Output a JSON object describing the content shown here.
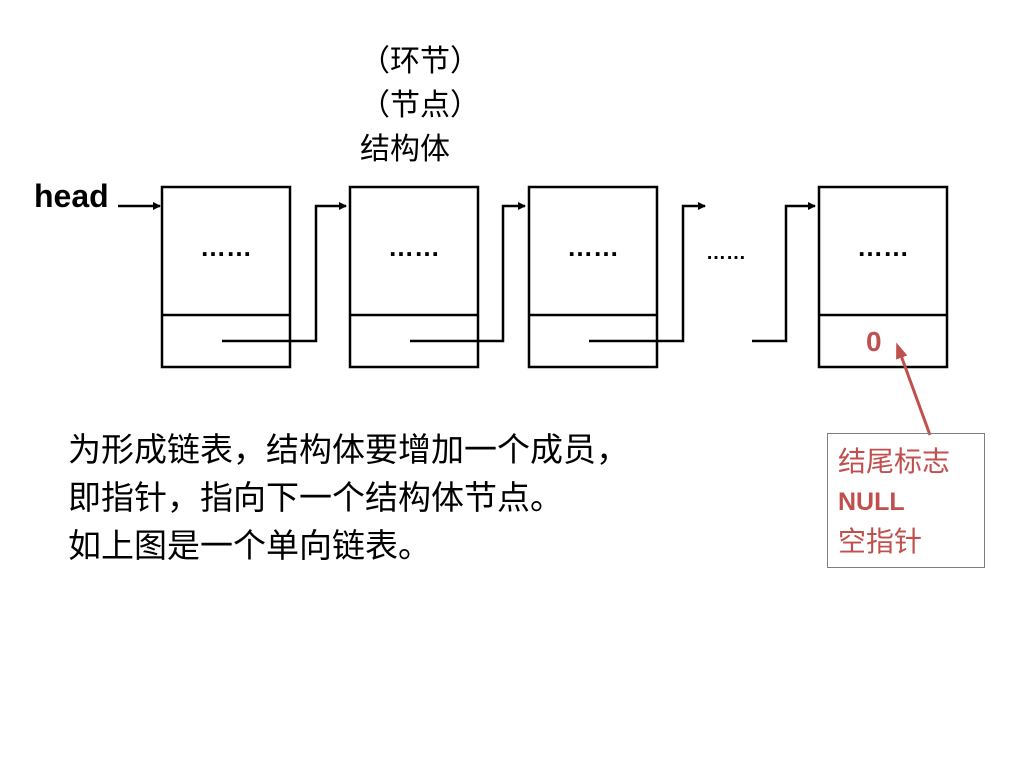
{
  "caption": {
    "line1": "（环节）",
    "line2": "（节点）",
    "line3": "结构体"
  },
  "head_label": "head",
  "nodes": [
    {
      "data": "……"
    },
    {
      "data": "……"
    },
    {
      "data": "……"
    },
    {
      "data": "……"
    }
  ],
  "between_ellipsis": "……",
  "null_value": "0",
  "description": {
    "line1": "为形成链表，结构体要增加一个成员，",
    "line2": "即指针，指向下一个结构体节点。",
    "line3": "如上图是一个单向链表。"
  },
  "null_note": {
    "line1": "结尾标志",
    "line2": "NULL",
    "line3": "空指针"
  },
  "colors": {
    "line": "#000000",
    "annotation": "#c0504d",
    "note_border": "#7f7f7f"
  }
}
